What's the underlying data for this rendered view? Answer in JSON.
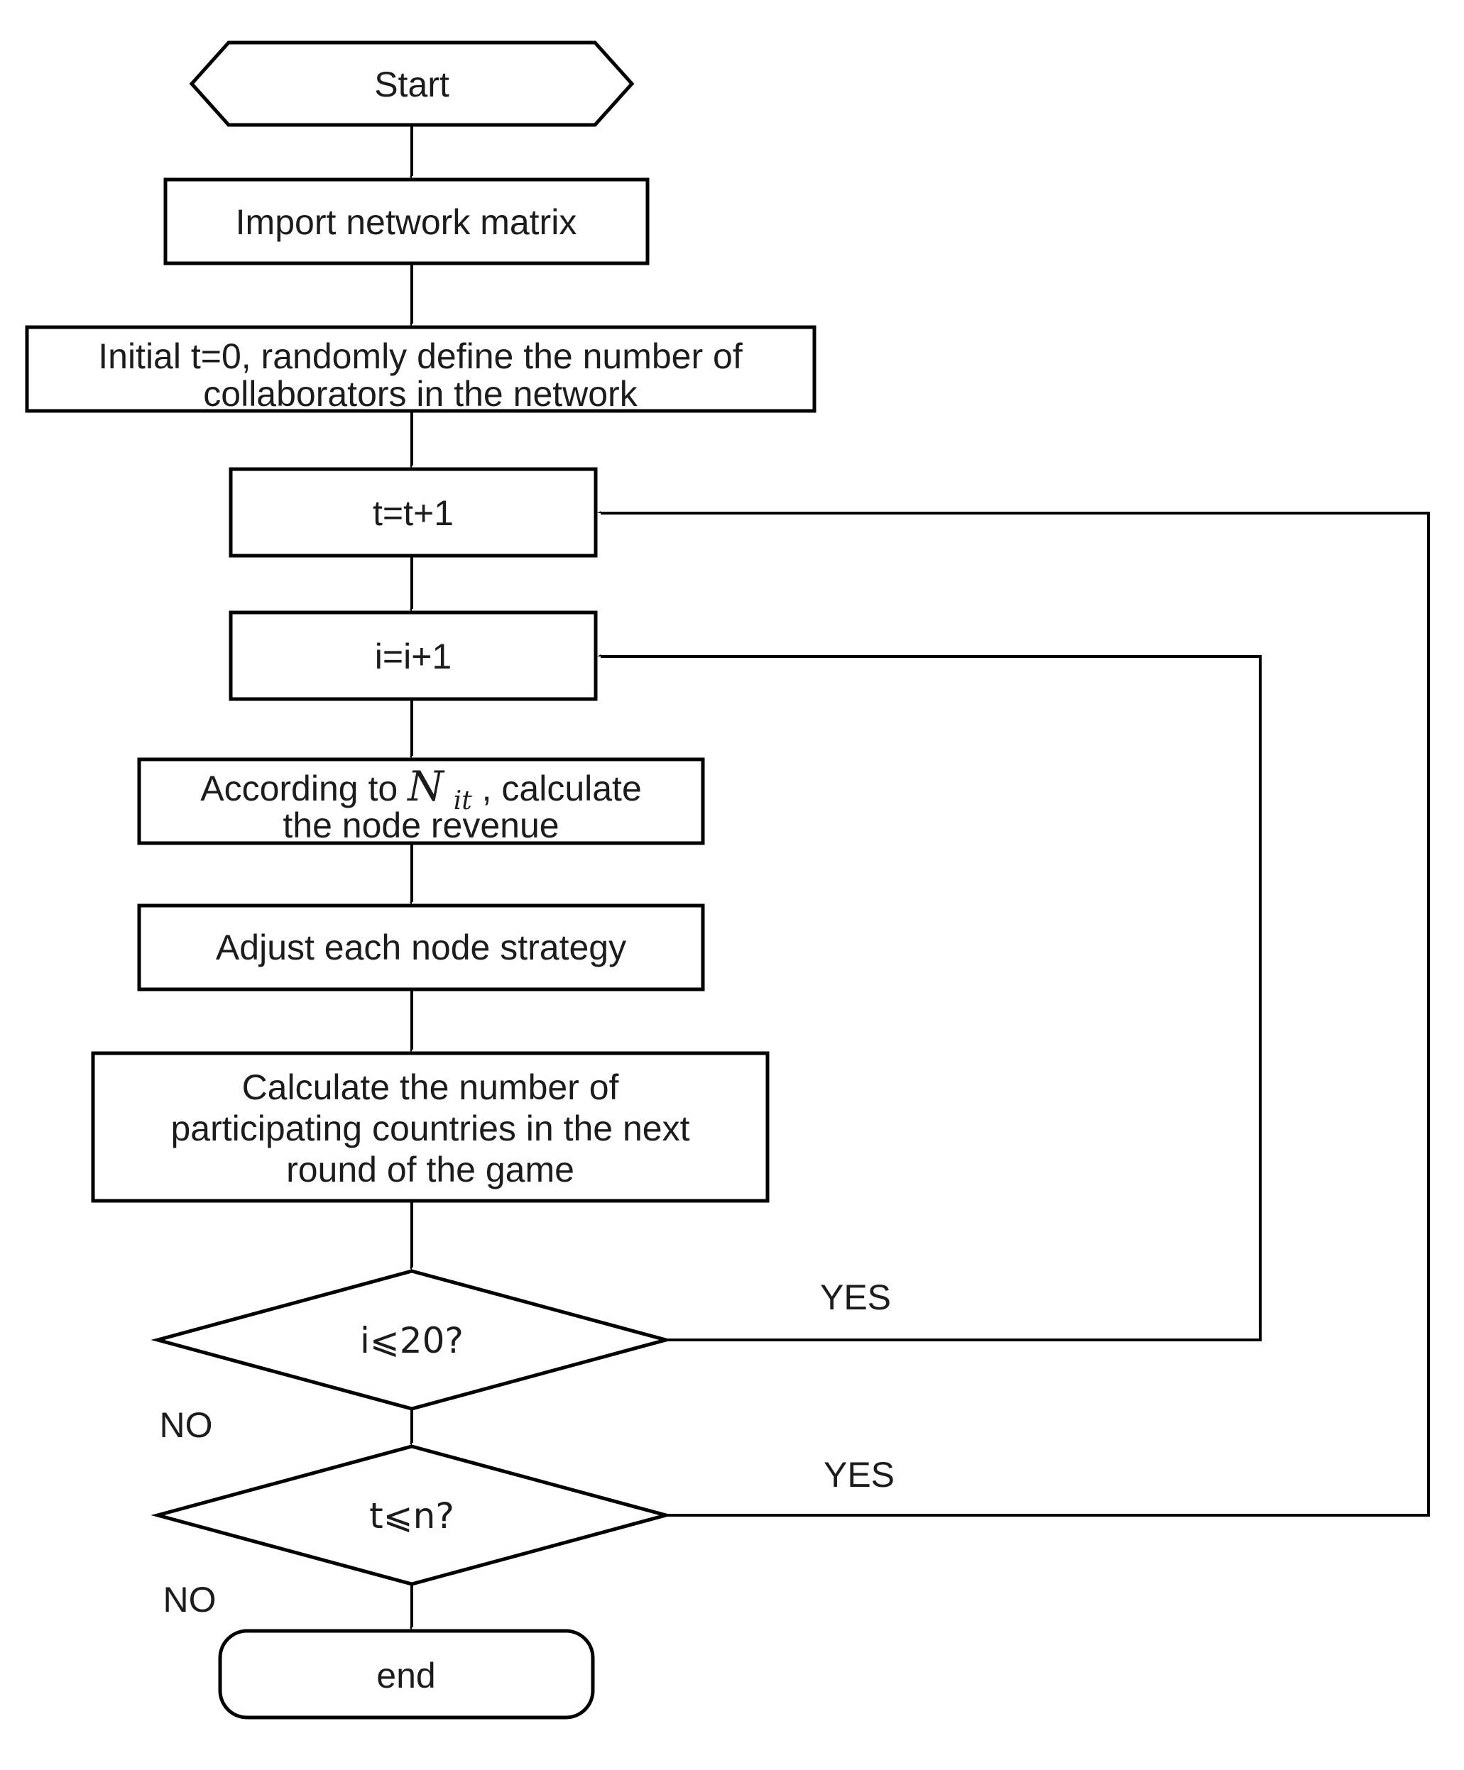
{
  "diagram": {
    "type": "flowchart",
    "colors": {
      "stroke": "#000000",
      "text": "#1c1c1c",
      "background": "#ffffff"
    },
    "nodes": {
      "start": {
        "shape": "hexagon",
        "label": "Start"
      },
      "import": {
        "shape": "rect",
        "label": "Import network matrix"
      },
      "initial": {
        "shape": "rect",
        "line1": "Initial t=0, randomly define the number of",
        "line2": "collaborators in the network"
      },
      "t_increment": {
        "shape": "rect",
        "label": "t=t+1"
      },
      "i_increment": {
        "shape": "rect",
        "label": "i=i+1"
      },
      "revenue": {
        "shape": "rect",
        "line1_pre": "According to ",
        "line1_symbol": "N",
        "line1_subscript": "it",
        "line1_post": " , calculate",
        "line2": "the node revenue"
      },
      "adjust": {
        "shape": "rect",
        "label": "Adjust each node strategy"
      },
      "participants": {
        "shape": "rect",
        "line1": "Calculate the number of",
        "line2": "participating countries in the next",
        "line3": "round of the game"
      },
      "check_i": {
        "shape": "diamond",
        "label": "i⩽20?"
      },
      "check_t": {
        "shape": "diamond",
        "label": "t⩽n?"
      },
      "end": {
        "shape": "rounded-rect",
        "label": "end"
      }
    },
    "branch_labels": {
      "check_i_yes": "YES",
      "check_i_no": "NO",
      "check_t_yes": "YES",
      "check_t_no": "NO"
    }
  }
}
